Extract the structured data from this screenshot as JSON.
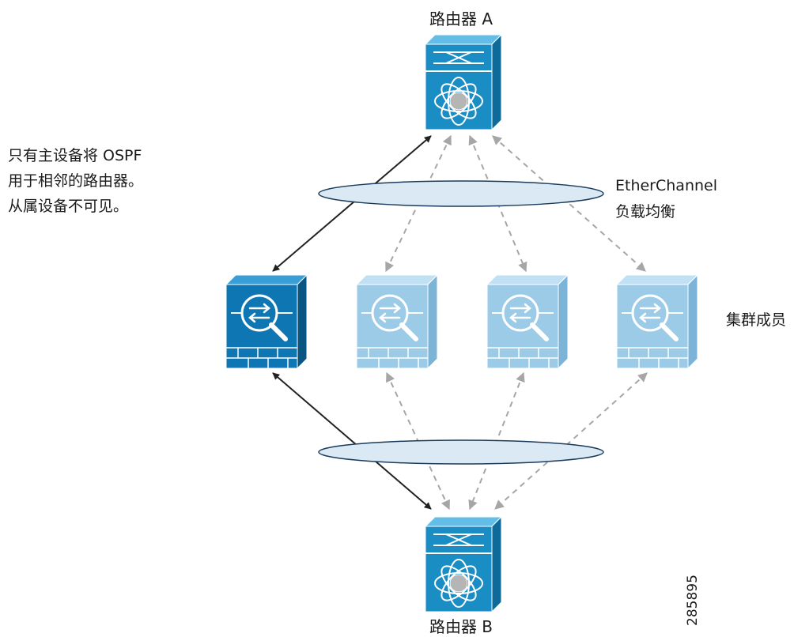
{
  "router_a": {
    "label": "路由器 A"
  },
  "router_b": {
    "label": "路由器 B"
  },
  "note": {
    "lines": [
      "只有主设备将 OSPF",
      "用于相邻的路由器。",
      "从属设备不可见。"
    ]
  },
  "etherchannel": {
    "lines": [
      "EtherChannel",
      "负载均衡"
    ]
  },
  "cluster": {
    "label": "集群成员"
  },
  "figure_id": "285895",
  "colors": {
    "router_front": "#1a8ec4",
    "router_top": "#63bde6",
    "router_side": "#0d6a99",
    "master_front": "#0f76b4",
    "master_top": "#3a9ed6",
    "master_side": "#0a5682",
    "slave_front": "#9ccbe8",
    "slave_top": "#c0e0f3",
    "slave_side": "#7cb4d8",
    "ellipse_fill": "#dbe9f5",
    "solid_arrow": "#222222",
    "dashed_arrow": "#a6a6a6"
  }
}
